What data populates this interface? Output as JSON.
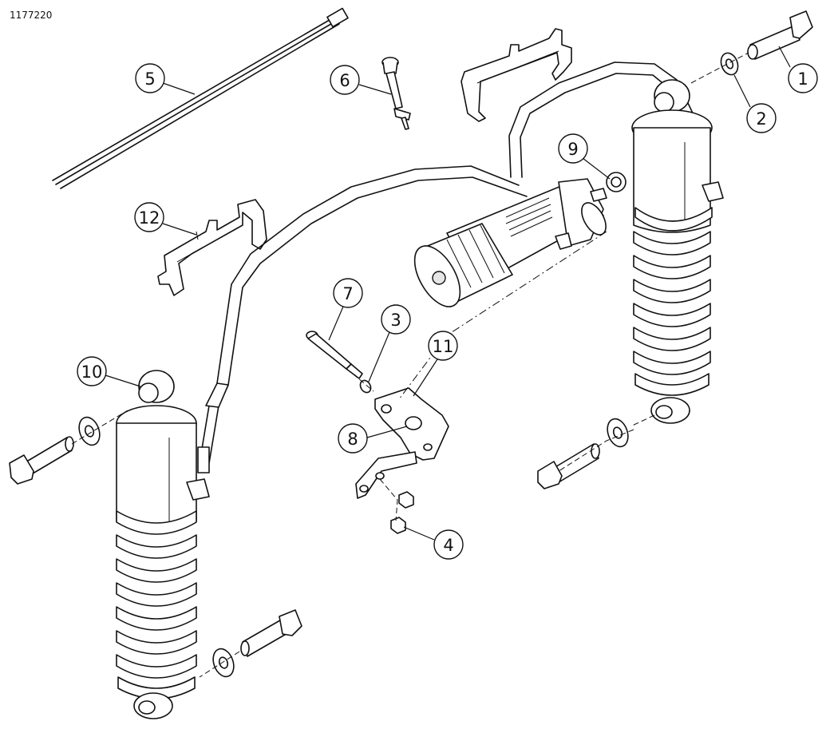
{
  "reference_id": "1177220",
  "callouts": [
    {
      "id": "1",
      "label": "1"
    },
    {
      "id": "2",
      "label": "2"
    },
    {
      "id": "3",
      "label": "3"
    },
    {
      "id": "4",
      "label": "4"
    },
    {
      "id": "5",
      "label": "5"
    },
    {
      "id": "6",
      "label": "6"
    },
    {
      "id": "7",
      "label": "7"
    },
    {
      "id": "8",
      "label": "8"
    },
    {
      "id": "9",
      "label": "9"
    },
    {
      "id": "10",
      "label": "10"
    },
    {
      "id": "11",
      "label": "11"
    },
    {
      "id": "12",
      "label": "12"
    }
  ]
}
